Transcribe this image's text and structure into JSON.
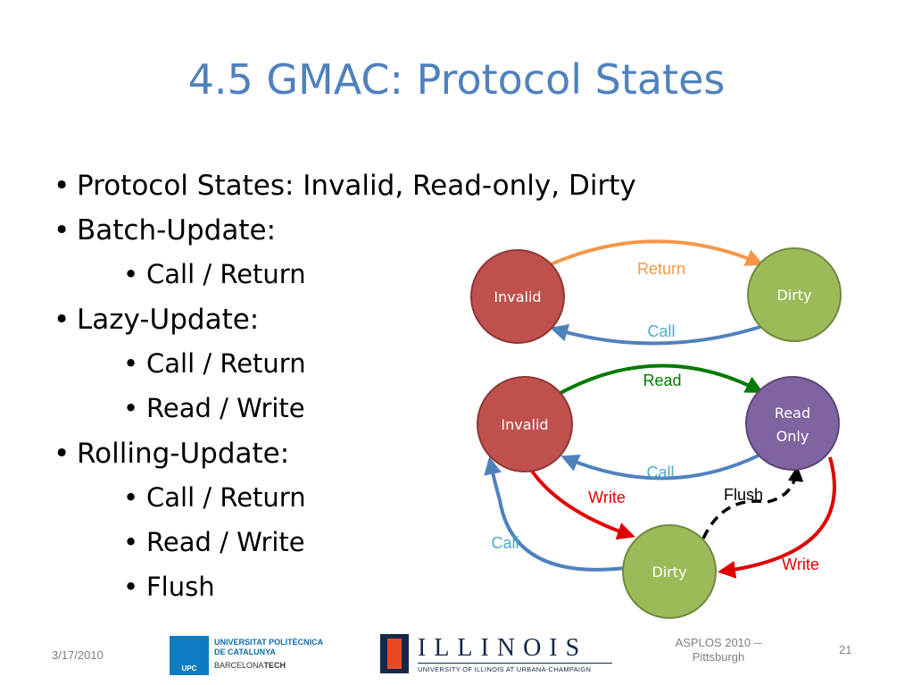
{
  "slide": {
    "title": "4.5 GMAC: Protocol States",
    "bullets": [
      {
        "level": 1,
        "text": "Protocol States: Invalid, Read-only, Dirty"
      },
      {
        "level": 1,
        "text": "Batch-Update:"
      },
      {
        "level": 2,
        "text": "Call / Return"
      },
      {
        "level": 1,
        "text": "Lazy-Update:"
      },
      {
        "level": 2,
        "text": "Call / Return"
      },
      {
        "level": 2,
        "text": "Read / Write"
      },
      {
        "level": 1,
        "text": "Rolling-Update:"
      },
      {
        "level": 2,
        "text": "Call / Return"
      },
      {
        "level": 2,
        "text": "Read / Write"
      },
      {
        "level": 2,
        "text": "Flush"
      }
    ],
    "bullet_glyph": "•"
  },
  "diagram": {
    "colors": {
      "invalid": "#c0504d",
      "dirty": "#9bbb59",
      "readonly": "#8064a2",
      "orange": "#f79646",
      "blue": "#4f81bd",
      "green": "#007a00",
      "red": "#e00000",
      "label_blue": "#4bacc6",
      "flush": "#000000"
    },
    "batch": {
      "node_invalid": "Invalid",
      "node_dirty": "Dirty",
      "edge_return": "Return",
      "edge_call": "Call"
    },
    "rolling": {
      "node_invalid": "Invalid",
      "node_readonly_1": "Read",
      "node_readonly_2": "Only",
      "node_dirty": "Dirty",
      "edge_read": "Read",
      "edge_call_ro": "Call",
      "edge_write_inv": "Write",
      "edge_flush": "Flush",
      "edge_call_dirty": "Call",
      "edge_write_ro": "Write"
    }
  },
  "footer": {
    "date": "3/17/2010",
    "venue_line1": "ASPLOS 2010 --",
    "venue_line2": "Pittsburgh",
    "page": "21",
    "upc": {
      "line1": "UNIVERSITAT POLITÈCNICA",
      "line2": "DE CATALUNYA",
      "line3_a": "BARCELONA",
      "line3_b": "TECH",
      "mark": "UPC"
    },
    "illinois": {
      "wordmark": "ILLINOIS",
      "subtitle": "UNIVERSITY OF ILLINOIS AT URBANA-CHAMPAIGN"
    }
  }
}
